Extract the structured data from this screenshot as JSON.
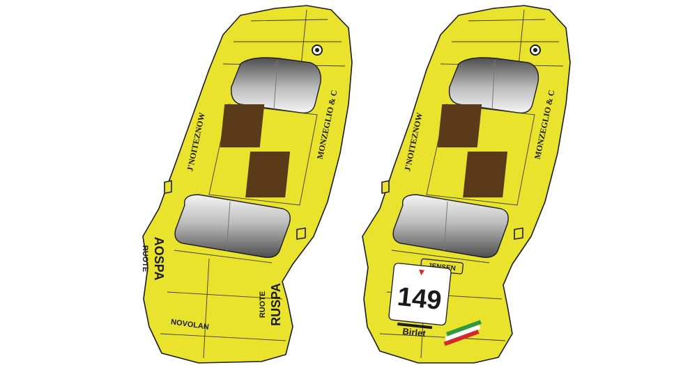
{
  "colors": {
    "body": "#EAE32D",
    "check": "#5A3A18",
    "glass_dark": "#555555",
    "glass_light": "#F2F2F2",
    "outline": "#1A1A1A",
    "flag_green": "#2E9A3E",
    "flag_white": "#FFFFFF",
    "flag_red": "#D62A2A"
  },
  "cars": [
    {
      "side_left": "J'NOITEZNOW",
      "side_right": "MONZEGLIO & C",
      "hood_top": "RUOTE",
      "hood_brand": "AOSPA",
      "rear_top": "RUOTE",
      "rear_brand": "RUSPA",
      "rear_label": "NOVOLAN",
      "icon": "fuel-cap-icon"
    },
    {
      "side_left": "J'NOITEZNOW",
      "side_right": "MONZEGLIO & C",
      "plate_label": "JENSEN",
      "race_number": "149",
      "sponsor": "Birlet",
      "icon": "fuel-cap-icon"
    }
  ]
}
